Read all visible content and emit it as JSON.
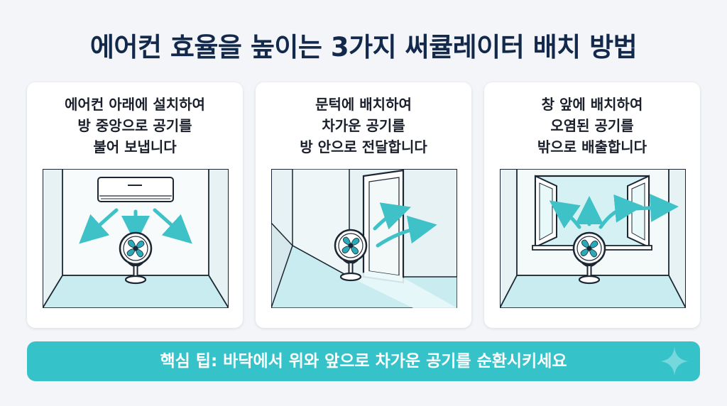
{
  "title": "에어컨 효율을 높이는 3가지 써큘레이터 배치 방법",
  "cards": [
    {
      "lines": [
        "에어컨 아래에 설치하여",
        "방 중앙으로 공기를",
        "불어 보냅니다"
      ],
      "illustration": "fan-under-air-conditioner"
    },
    {
      "lines": [
        "문턱에 배치하여",
        "차가운 공기를",
        "방 안으로 전달합니다"
      ],
      "illustration": "fan-at-doorway"
    },
    {
      "lines": [
        "창 앞에 배치하여",
        "오염된 공기를",
        "밖으로 배출합니다"
      ],
      "illustration": "fan-in-front-of-window"
    }
  ],
  "tip": "핵심 팁: 바닥에서 위와 앞으로 차가운 공기를 순환시키세요",
  "colors": {
    "title": "#13294b",
    "accent": "#35c2c9",
    "room_wall": "#e6f2f3",
    "room_floor": "#c8ecef",
    "line": "#1c2733",
    "background": "#f3f5f8"
  }
}
